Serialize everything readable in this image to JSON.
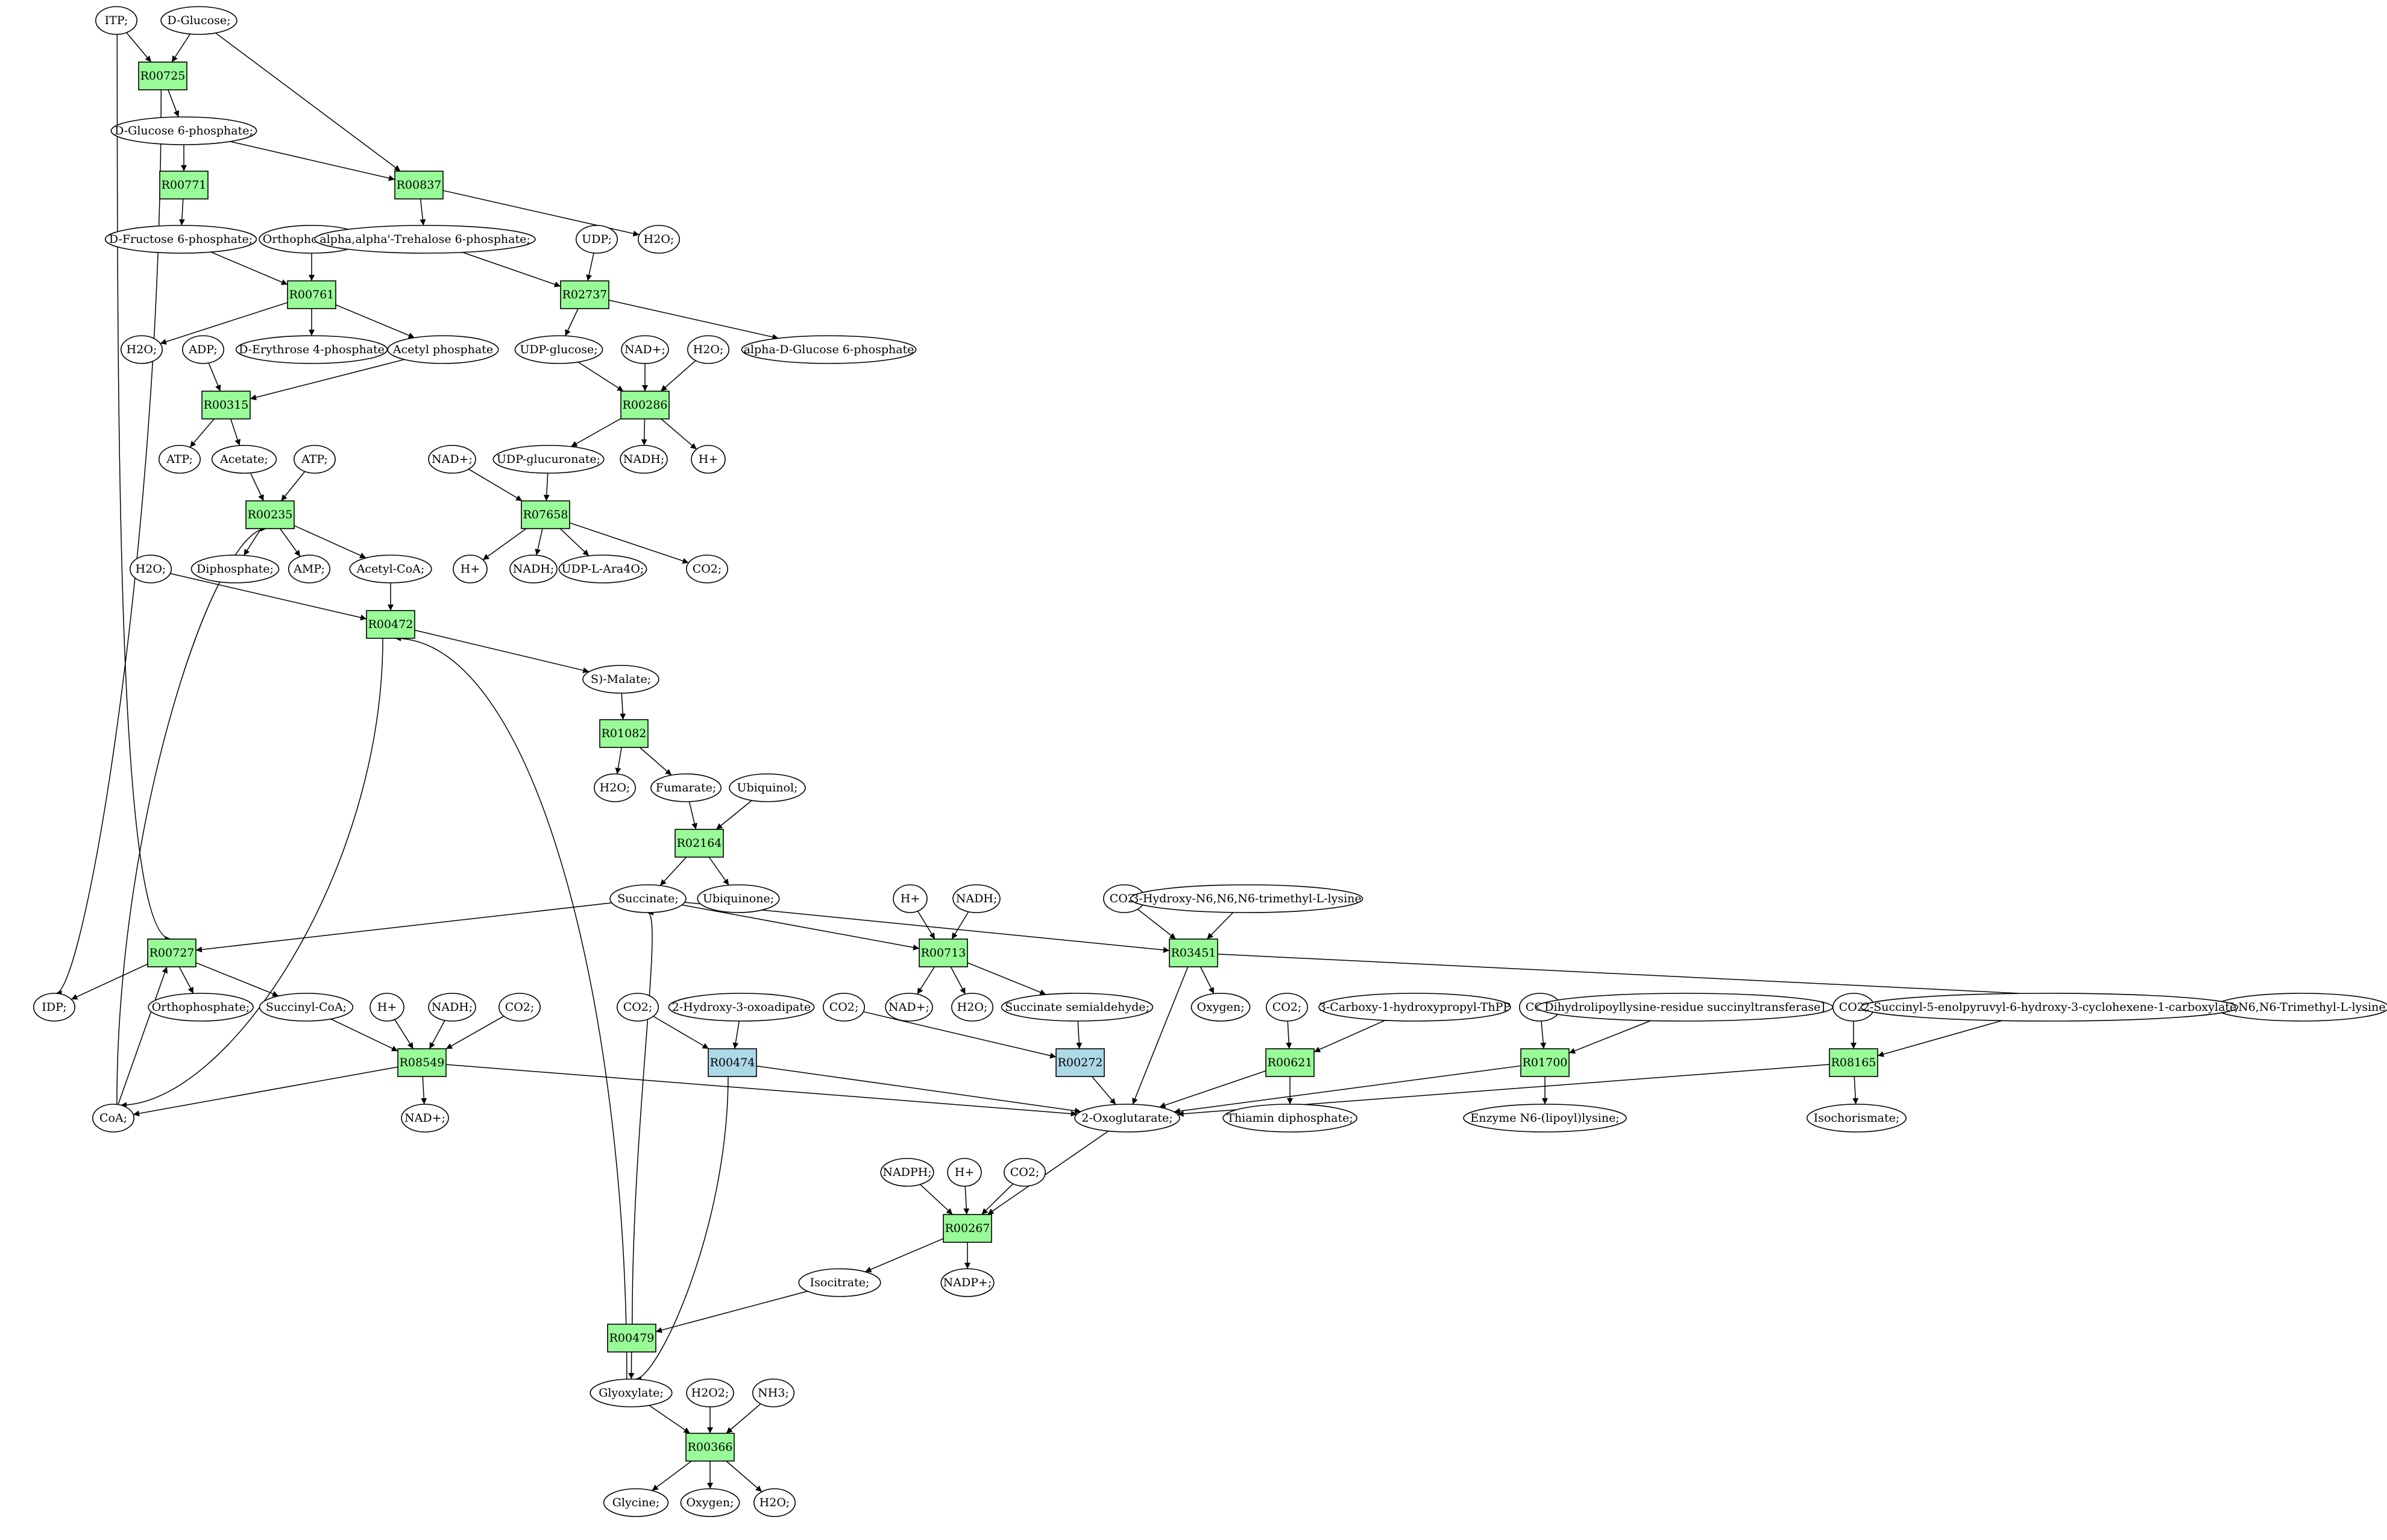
{
  "colors": {
    "reaction_default": "#98fb98",
    "reaction_alt": "#add8e6",
    "source_metabolite": "#00ff00",
    "target_metabolite": "#ffff00",
    "metabolite_default": "#ffffff"
  },
  "reactions": [
    {
      "id": "r00725",
      "label": "R00725"
    },
    {
      "id": "r00771",
      "label": "R00771"
    },
    {
      "id": "r00837",
      "label": "R00837"
    },
    {
      "id": "r00761",
      "label": "R00761"
    },
    {
      "id": "r02737",
      "label": "R02737"
    },
    {
      "id": "r00315",
      "label": "R00315"
    },
    {
      "id": "r00286",
      "label": "R00286"
    },
    {
      "id": "r00235",
      "label": "R00235"
    },
    {
      "id": "r07658",
      "label": "R07658"
    },
    {
      "id": "r00472",
      "label": "R00472"
    },
    {
      "id": "r01082",
      "label": "R01082"
    },
    {
      "id": "r02164",
      "label": "R02164"
    },
    {
      "id": "r00727",
      "label": "R00727"
    },
    {
      "id": "r00713",
      "label": "R00713"
    },
    {
      "id": "r03451",
      "label": "R03451"
    },
    {
      "id": "r08549",
      "label": "R08549"
    },
    {
      "id": "r00474",
      "label": "R00474",
      "color": "alt"
    },
    {
      "id": "r00272",
      "label": "R00272",
      "color": "alt"
    },
    {
      "id": "r00621",
      "label": "R00621"
    },
    {
      "id": "r01700",
      "label": "R01700"
    },
    {
      "id": "r08165",
      "label": "R08165"
    },
    {
      "id": "r00267",
      "label": "R00267"
    },
    {
      "id": "r00479",
      "label": "R00479"
    },
    {
      "id": "r00366",
      "label": "R00366"
    }
  ],
  "metabolites": [
    {
      "id": "itp",
      "label": "ITP;"
    },
    {
      "id": "dglucose",
      "label": "D-Glucose;",
      "color": "source"
    },
    {
      "id": "g6p",
      "label": "D-Glucose 6-phosphate;"
    },
    {
      "id": "f6p",
      "label": "D-Fructose 6-phosphate;"
    },
    {
      "id": "ortho1",
      "label": "Orthophosphate;"
    },
    {
      "id": "trehalose6p",
      "label": "alpha,alpha'-Trehalose 6-phosphate;"
    },
    {
      "id": "udp",
      "label": "UDP;"
    },
    {
      "id": "h2o_837",
      "label": "H2O;"
    },
    {
      "id": "h2o_761",
      "label": "H2O;"
    },
    {
      "id": "adp",
      "label": "ADP;"
    },
    {
      "id": "erythrose4p",
      "label": "D-Erythrose 4-phosphate"
    },
    {
      "id": "acetylp",
      "label": "Acetyl phosphate"
    },
    {
      "id": "udpglucose",
      "label": "UDP-glucose;"
    },
    {
      "id": "nad_286",
      "label": "NAD+;"
    },
    {
      "id": "h2o_286",
      "label": "H2O;"
    },
    {
      "id": "adglc6p",
      "label": "alpha-D-Glucose 6-phosphate"
    },
    {
      "id": "atp_315",
      "label": "ATP;"
    },
    {
      "id": "acetate",
      "label": "Acetate;"
    },
    {
      "id": "atp_235",
      "label": "ATP;"
    },
    {
      "id": "nad_7658",
      "label": "NAD+;"
    },
    {
      "id": "udpglucuronate",
      "label": "UDP-glucuronate;"
    },
    {
      "id": "nadh_286",
      "label": "NADH;"
    },
    {
      "id": "h_286",
      "label": "H+"
    },
    {
      "id": "h2o_472",
      "label": "H2O;"
    },
    {
      "id": "diphosphate",
      "label": "Diphosphate;"
    },
    {
      "id": "amp",
      "label": "AMP;"
    },
    {
      "id": "acetylcoa",
      "label": "Acetyl-CoA;"
    },
    {
      "id": "h_7658",
      "label": "H+"
    },
    {
      "id": "nadh_7658",
      "label": "NADH;"
    },
    {
      "id": "udpara4o",
      "label": "UDP-L-Ara4O;"
    },
    {
      "id": "co2_7658",
      "label": "CO2;"
    },
    {
      "id": "smalate",
      "label": "S)-Malate;"
    },
    {
      "id": "h2o_1082",
      "label": "H2O;"
    },
    {
      "id": "fumarate",
      "label": "Fumarate;"
    },
    {
      "id": "ubiquinol",
      "label": "Ubiquinol;"
    },
    {
      "id": "succinate",
      "label": "Succinate;"
    },
    {
      "id": "ubiquinone",
      "label": "Ubiquinone;"
    },
    {
      "id": "h_713",
      "label": "H+"
    },
    {
      "id": "nadh_713",
      "label": "NADH;"
    },
    {
      "id": "co2_3451",
      "label": "CO2;"
    },
    {
      "id": "hydroxytml",
      "label": "3-Hydroxy-N6,N6,N6-trimethyl-L-lysine"
    },
    {
      "id": "idp",
      "label": "IDP;"
    },
    {
      "id": "ortho2",
      "label": "Orthophosphate;"
    },
    {
      "id": "succinylcoa",
      "label": "Succinyl-CoA;"
    },
    {
      "id": "h_8549",
      "label": "H+"
    },
    {
      "id": "nadh_8549",
      "label": "NADH;"
    },
    {
      "id": "co2_8549",
      "label": "CO2;"
    },
    {
      "id": "nad_713",
      "label": "NAD+;"
    },
    {
      "id": "h2o_713",
      "label": "H2O;"
    },
    {
      "id": "succsemialdehyde",
      "label": "Succinate semialdehyde;"
    },
    {
      "id": "oxygen_3451",
      "label": "Oxygen;"
    },
    {
      "id": "tml",
      "label": "N6,N6,N6-Trimethyl-L-lysine"
    },
    {
      "id": "co2_474",
      "label": "CO2;"
    },
    {
      "id": "hydroxyoxoadipate",
      "label": "2-Hydroxy-3-oxoadipate"
    },
    {
      "id": "co2_272",
      "label": "CO2;"
    },
    {
      "id": "co2_621",
      "label": "CO2;"
    },
    {
      "id": "carboxyhpthpp",
      "label": "3-Carboxy-1-hydroxypropyl-ThPP"
    },
    {
      "id": "co2_1700",
      "label": "CO2;"
    },
    {
      "id": "dihydrolipoyl",
      "label": "Dihydrolipoyllysine-residue succinyltransferase]"
    },
    {
      "id": "co2_8165",
      "label": "CO2;"
    },
    {
      "id": "sephchc",
      "label": "2-Succinyl-5-enolpyruvyl-6-hydroxy-3-cyclohexene-1-carboxylate"
    },
    {
      "id": "coa",
      "label": "CoA;"
    },
    {
      "id": "nad_8549",
      "label": "NAD+;"
    },
    {
      "id": "oxoglutarate",
      "label": "2-Oxoglutarate;"
    },
    {
      "id": "thiamindp",
      "label": "Thiamin diphosphate;"
    },
    {
      "id": "enzymelipoyl",
      "label": "Enzyme N6-(lipoyl)lysine;"
    },
    {
      "id": "isochorismate",
      "label": "Isochorismate;"
    },
    {
      "id": "nadph",
      "label": "NADPH;"
    },
    {
      "id": "h_267",
      "label": "H+"
    },
    {
      "id": "co2_267",
      "label": "CO2;"
    },
    {
      "id": "isocitrate",
      "label": "Isocitrate;"
    },
    {
      "id": "nadp",
      "label": "NADP+;"
    },
    {
      "id": "glyoxylate",
      "label": "Glyoxylate;"
    },
    {
      "id": "h2o2",
      "label": "H2O2;"
    },
    {
      "id": "nh3",
      "label": "NH3;"
    },
    {
      "id": "glycine",
      "label": "Glycine;",
      "color": "target"
    },
    {
      "id": "oxygen_366",
      "label": "Oxygen;"
    },
    {
      "id": "h2o_366",
      "label": "H2O;"
    }
  ],
  "edges": [
    [
      "itp",
      "r00725"
    ],
    [
      "dglucose",
      "r00725"
    ],
    [
      "dglucose",
      "r00837"
    ],
    [
      "itp",
      "r00727"
    ],
    [
      "r00725",
      "g6p"
    ],
    [
      "r00725",
      "idp"
    ],
    [
      "g6p",
      "r00771"
    ],
    [
      "g6p",
      "r00837"
    ],
    [
      "r00771",
      "f6p"
    ],
    [
      "r00837",
      "trehalose6p"
    ],
    [
      "r00837",
      "h2o_837"
    ],
    [
      "f6p",
      "r00761"
    ],
    [
      "ortho1",
      "r00761"
    ],
    [
      "trehalose6p",
      "r02737"
    ],
    [
      "udp",
      "r02737"
    ],
    [
      "r00761",
      "h2o_761"
    ],
    [
      "r00761",
      "erythrose4p"
    ],
    [
      "r00761",
      "acetylp"
    ],
    [
      "r02737",
      "udpglucose"
    ],
    [
      "r02737",
      "adglc6p"
    ],
    [
      "adp",
      "r00315"
    ],
    [
      "acetylp",
      "r00315"
    ],
    [
      "udpglucose",
      "r00286"
    ],
    [
      "nad_286",
      "r00286"
    ],
    [
      "h2o_286",
      "r00286"
    ],
    [
      "r00315",
      "atp_315"
    ],
    [
      "r00315",
      "acetate"
    ],
    [
      "r00286",
      "udpglucuronate"
    ],
    [
      "r00286",
      "nadh_286"
    ],
    [
      "r00286",
      "h_286"
    ],
    [
      "acetate",
      "r00235"
    ],
    [
      "atp_235",
      "r00235"
    ],
    [
      "coa",
      "r00235"
    ],
    [
      "nad_7658",
      "r07658"
    ],
    [
      "udpglucuronate",
      "r07658"
    ],
    [
      "r00235",
      "diphosphate"
    ],
    [
      "r00235",
      "amp"
    ],
    [
      "r00235",
      "acetylcoa"
    ],
    [
      "r07658",
      "h_7658"
    ],
    [
      "r07658",
      "nadh_7658"
    ],
    [
      "r07658",
      "udpara4o"
    ],
    [
      "r07658",
      "co2_7658"
    ],
    [
      "h2o_472",
      "r00472"
    ],
    [
      "acetylcoa",
      "r00472"
    ],
    [
      "glyoxylate",
      "r00472"
    ],
    [
      "r00472",
      "smalate"
    ],
    [
      "r00472",
      "coa"
    ],
    [
      "smalate",
      "r01082"
    ],
    [
      "r01082",
      "h2o_1082"
    ],
    [
      "r01082",
      "fumarate"
    ],
    [
      "fumarate",
      "r02164"
    ],
    [
      "ubiquinol",
      "r02164"
    ],
    [
      "r02164",
      "succinate"
    ],
    [
      "r02164",
      "ubiquinone"
    ],
    [
      "succinate",
      "r00727"
    ],
    [
      "succinate",
      "r00713"
    ],
    [
      "succinate",
      "r03451"
    ],
    [
      "h_713",
      "r00713"
    ],
    [
      "nadh_713",
      "r00713"
    ],
    [
      "co2_3451",
      "r03451"
    ],
    [
      "hydroxytml",
      "r03451"
    ],
    [
      "r00727",
      "idp"
    ],
    [
      "r00727",
      "ortho2"
    ],
    [
      "r00727",
      "succinylcoa"
    ],
    [
      "coa",
      "r00727"
    ],
    [
      "r00713",
      "nad_713"
    ],
    [
      "r00713",
      "h2o_713"
    ],
    [
      "r00713",
      "succsemialdehyde"
    ],
    [
      "r03451",
      "oxygen_3451"
    ],
    [
      "r03451",
      "tml"
    ],
    [
      "r03451",
      "oxoglutarate"
    ],
    [
      "succinylcoa",
      "r08549"
    ],
    [
      "h_8549",
      "r08549"
    ],
    [
      "nadh_8549",
      "r08549"
    ],
    [
      "co2_8549",
      "r08549"
    ],
    [
      "co2_474",
      "r00474"
    ],
    [
      "hydroxyoxoadipate",
      "r00474"
    ],
    [
      "co2_272",
      "r00272"
    ],
    [
      "succsemialdehyde",
      "r00272"
    ],
    [
      "co2_621",
      "r00621"
    ],
    [
      "carboxyhpthpp",
      "r00621"
    ],
    [
      "co2_1700",
      "r01700"
    ],
    [
      "dihydrolipoyl",
      "r01700"
    ],
    [
      "co2_8165",
      "r08165"
    ],
    [
      "sephchc",
      "r08165"
    ],
    [
      "r08549",
      "coa"
    ],
    [
      "r08549",
      "nad_8549"
    ],
    [
      "r08549",
      "oxoglutarate"
    ],
    [
      "r00474",
      "oxoglutarate"
    ],
    [
      "r00474",
      "glyoxylate"
    ],
    [
      "r00272",
      "oxoglutarate"
    ],
    [
      "r00621",
      "oxoglutarate"
    ],
    [
      "r00621",
      "thiamindp"
    ],
    [
      "r01700",
      "oxoglutarate"
    ],
    [
      "r01700",
      "enzymelipoyl"
    ],
    [
      "r08165",
      "oxoglutarate"
    ],
    [
      "r08165",
      "isochorismate"
    ],
    [
      "nadph",
      "r00267"
    ],
    [
      "h_267",
      "r00267"
    ],
    [
      "co2_267",
      "r00267"
    ],
    [
      "oxoglutarate",
      "r00267"
    ],
    [
      "r00267",
      "isocitrate"
    ],
    [
      "r00267",
      "nadp"
    ],
    [
      "isocitrate",
      "r00479"
    ],
    [
      "r00479",
      "succinate"
    ],
    [
      "r00479",
      "glyoxylate"
    ],
    [
      "glyoxylate",
      "r00366"
    ],
    [
      "h2o2",
      "r00366"
    ],
    [
      "nh3",
      "r00366"
    ],
    [
      "r00366",
      "glycine"
    ],
    [
      "r00366",
      "oxygen_366"
    ],
    [
      "r00366",
      "h2o_366"
    ]
  ]
}
